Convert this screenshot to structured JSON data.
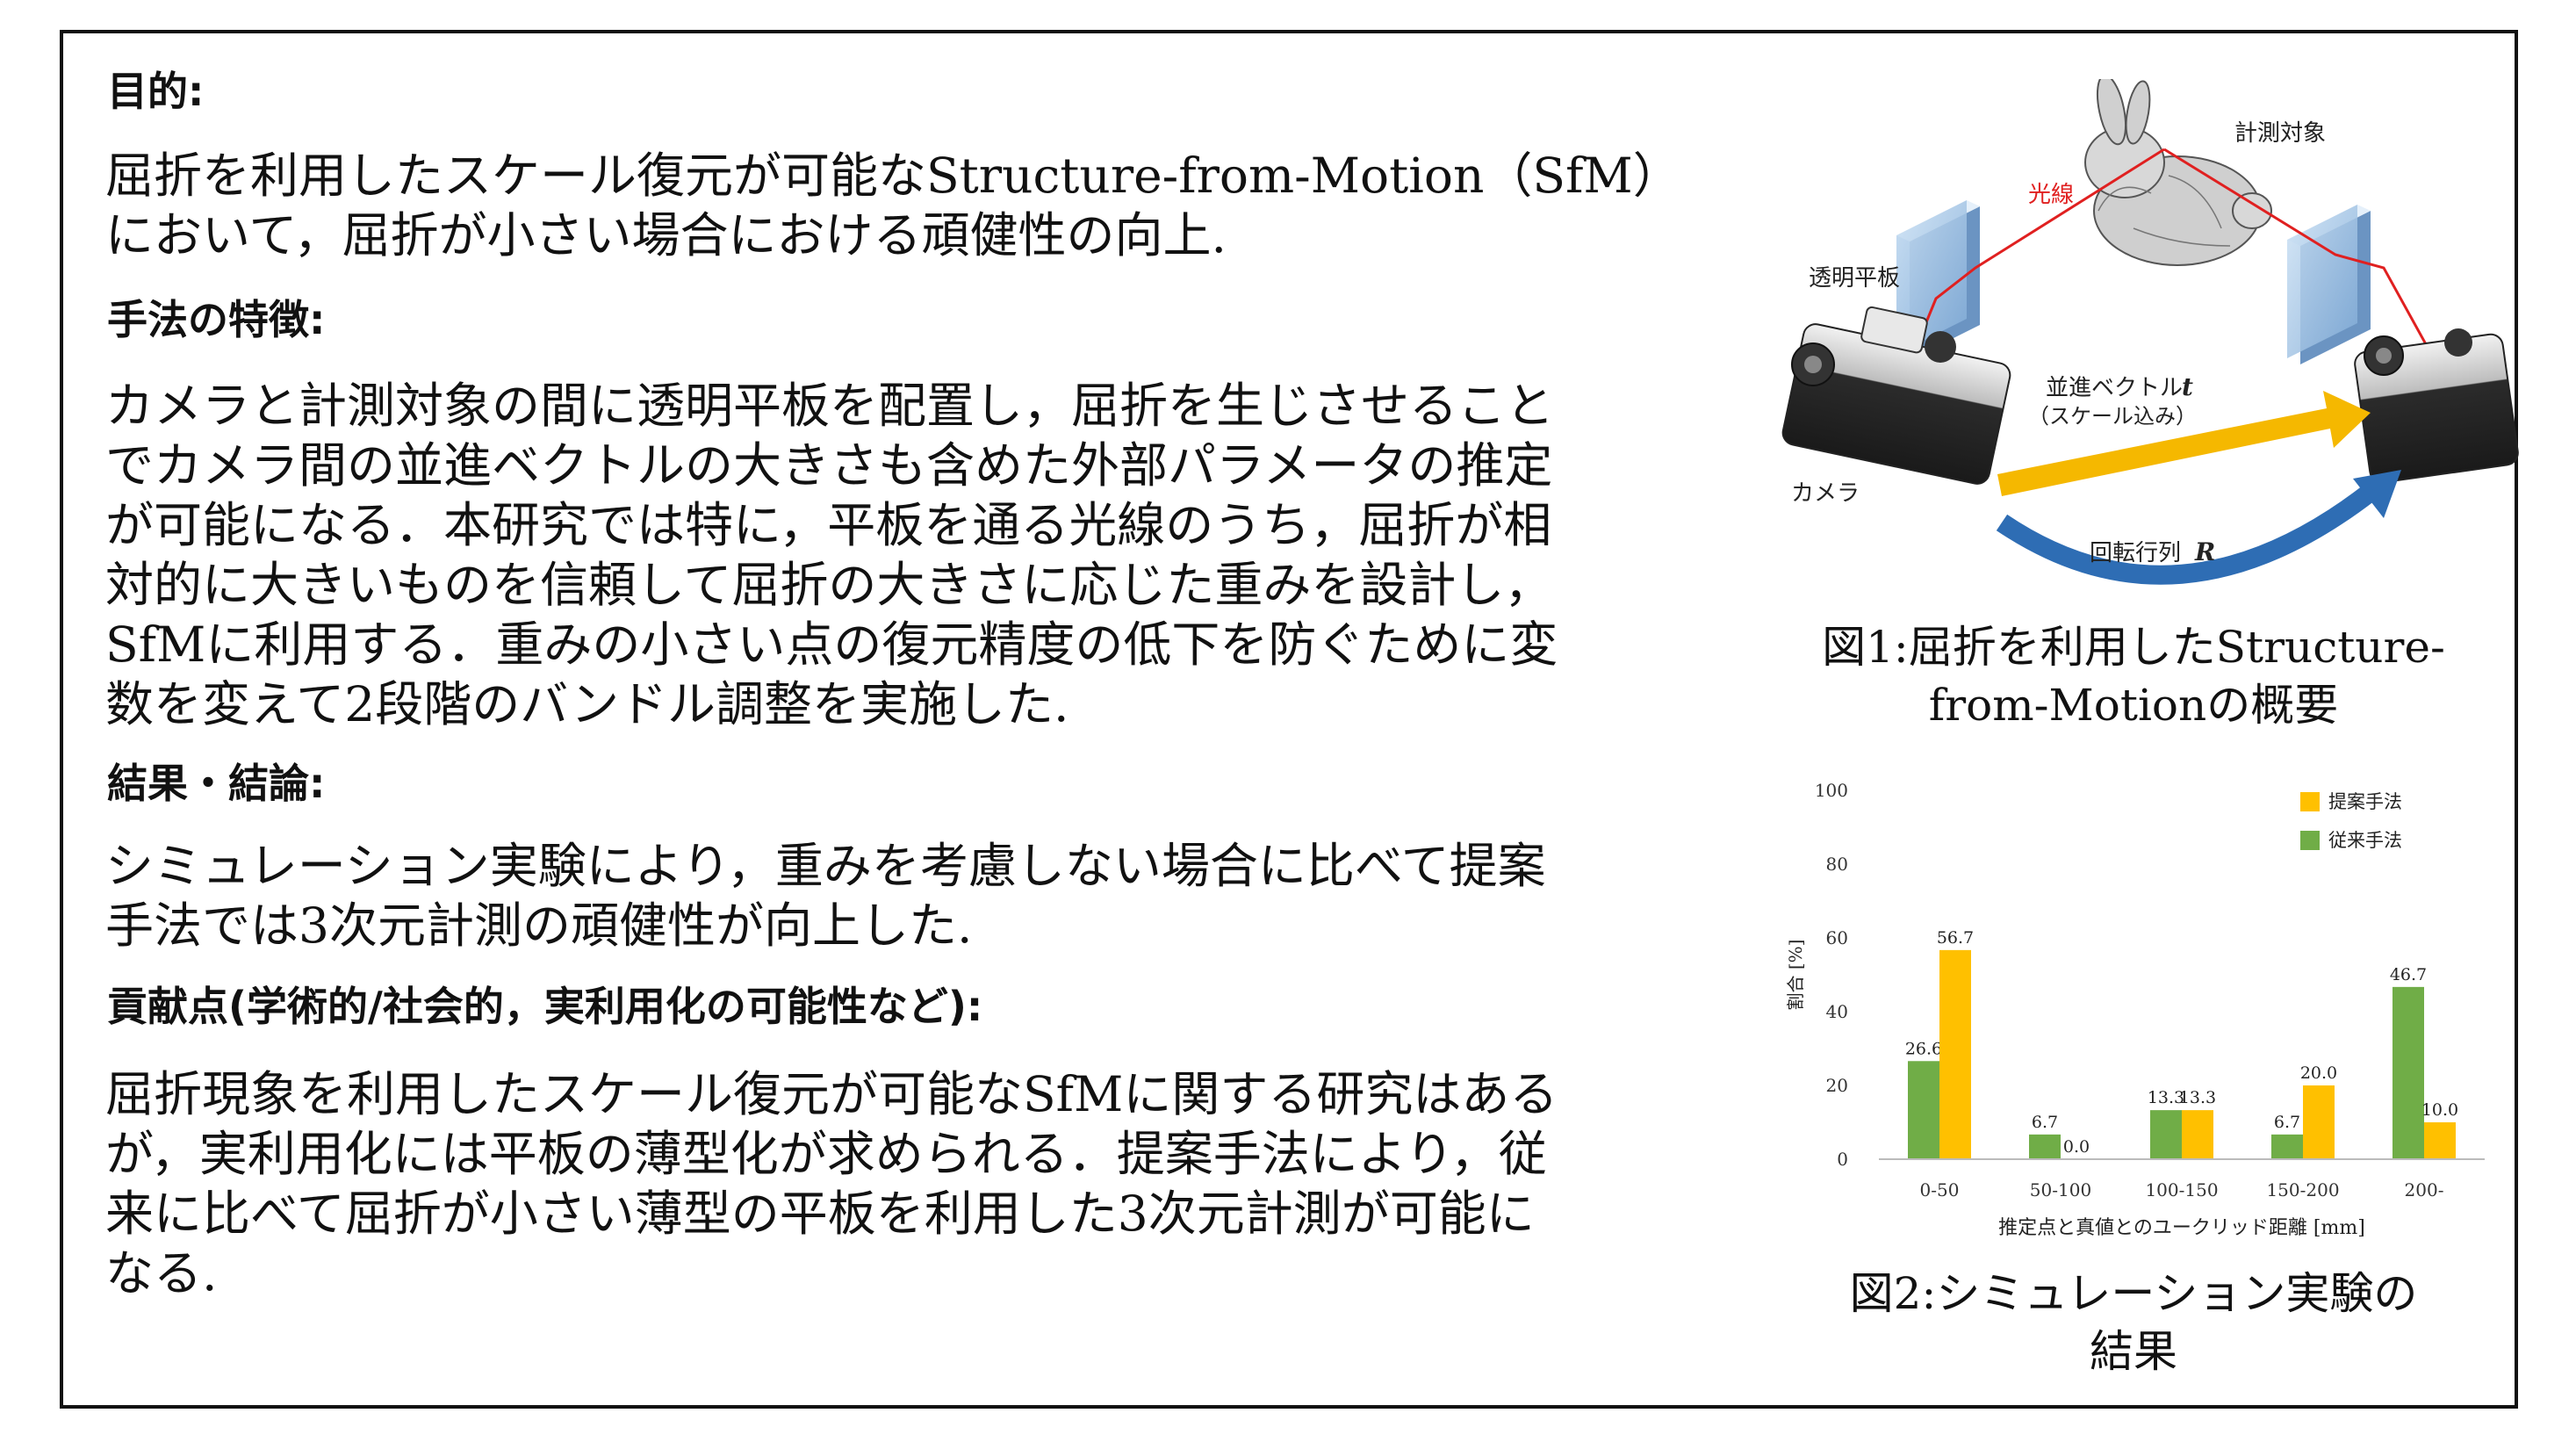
{
  "sections": {
    "purpose": {
      "heading": "目的:",
      "lines": [
        "屈折を利用したスケール復元が可能なStructure-from-Motion（SfM）",
        "において，屈折が小さい場合における頑健性の向上."
      ]
    },
    "method": {
      "heading": "手法の特徴:",
      "lines": [
        "カメラと計測対象の間に透明平板を配置し，屈折を生じさせること",
        "でカメラ間の並進ベクトルの大きさも含めた外部パラメータの推定",
        "が可能になる．本研究では特に，平板を通る光線のうち，屈折が相",
        "対的に大きいものを信頼して屈折の大きさに応じた重みを設計し，",
        "SfMに利用する．重みの小さい点の復元精度の低下を防ぐために変",
        "数を変えて2段階のバンドル調整を実施した."
      ]
    },
    "result": {
      "heading": "結果・結論:",
      "lines": [
        "シミュレーション実験により，重みを考慮しない場合に比べて提案",
        "手法では3次元計測の頑健性が向上した."
      ]
    },
    "contribution": {
      "heading": "貢献点(学術的/社会的，実利用化の可能性など):",
      "lines": [
        "屈折現象を利用したスケール復元が可能なSfMに関する研究はある",
        "が，実利用化には平板の薄型化が求められる．提案手法により，従",
        "来に比べて屈折が小さい薄型の平板を利用した3次元計測が可能に",
        "なる."
      ]
    }
  },
  "figure1": {
    "labels": {
      "target": "計測対象",
      "ray": "光線",
      "plate": "透明平板",
      "translation": "並進ベクトル",
      "translation_symbol": "t",
      "scale_note": "（スケール込み）",
      "camera": "カメラ",
      "rotation": "回転行列",
      "rotation_symbol": "R"
    },
    "caption_lines": [
      "図1:屈折を利用したStructure-",
      "from-Motionの概要"
    ],
    "colors": {
      "ray": "#e02020",
      "plate": "#8fb8e0",
      "translation_arrow": "#f5b800",
      "rotation_arrow": "#2e6db4"
    }
  },
  "figure2": {
    "caption_lines": [
      "図2:シミュレーション実験の",
      "結果"
    ]
  },
  "chart_data": {
    "type": "bar",
    "categories": [
      "0-50",
      "50-100",
      "100-150",
      "150-200",
      "200-"
    ],
    "series": [
      {
        "name": "従来手法",
        "values": [
          26.6,
          6.7,
          13.3,
          6.7,
          46.7
        ],
        "color": "#70ad47"
      },
      {
        "name": "提案手法",
        "values": [
          56.7,
          0.0,
          13.3,
          20.0,
          10.0
        ],
        "color": "#ffc000"
      }
    ],
    "legend_order": [
      "提案手法",
      "従来手法"
    ],
    "legend_position": "top-right",
    "xlabel": "推定点と真値とのユークリッド距離 [mm]",
    "ylabel": "割合 [%]",
    "ylim": [
      0,
      100
    ],
    "yticks": [
      0,
      20,
      40,
      60,
      80,
      100
    ],
    "grid": false
  }
}
